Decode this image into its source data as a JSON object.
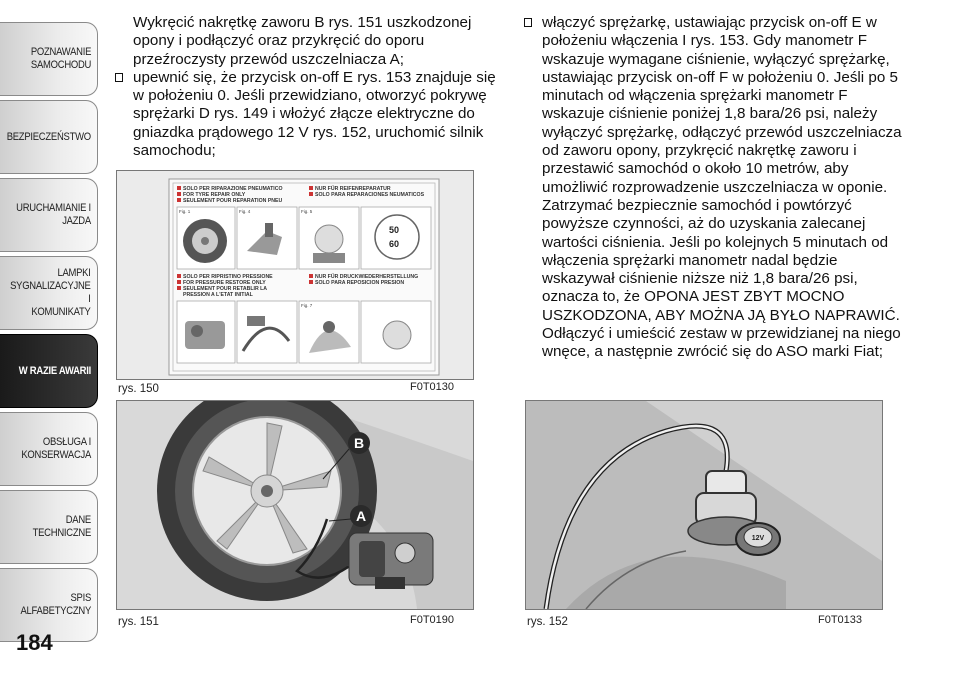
{
  "sidebar": {
    "tabs": [
      {
        "label": "POZNAWANIE\nSAMOCHODU",
        "active": false
      },
      {
        "label": "BEZPIECZEŃSTWO",
        "active": false
      },
      {
        "label": "URUCHAMIANIE I\nJAZDA",
        "active": false
      },
      {
        "label": "LAMPKI\nSYGNALIZACYJNE I\nKOMUNIKATY",
        "active": false
      },
      {
        "label": "W RAZIE AWARII",
        "active": true
      },
      {
        "label": "OBSŁUGA I\nKONSERWACJA",
        "active": false
      },
      {
        "label": "DANE TECHNICZNE",
        "active": false
      },
      {
        "label": "SPIS ALFABETYCZNY",
        "active": false
      }
    ]
  },
  "page_number": "184",
  "left_column": {
    "para1": "Wykręcić nakrętkę zaworu B rys. 151 uszkodzonej opony i podłączyć oraz przykręcić do oporu przeźroczysty przewód uszczelniacza A;",
    "bullet1": "upewnić się, że przycisk on-off E rys. 153 znajduje się w położeniu 0. Jeśli przewidziano, otworzyć pokrywę sprężarki D rys. 149 i włożyć złącze elektryczne do gniazdka prądowego 12 V rys. 152, uruchomić silnik samochodu;"
  },
  "right_column": {
    "bullet1": "włączyć sprężarkę, ustawiając przycisk on-off E w położeniu włączenia I rys. 153. Gdy manometr F wskazuje wymagane ciśnienie, wyłączyć sprężarkę, ustawiając przycisk on-off F w położeniu 0. Jeśli po 5 minutach od włączenia sprężarki manometr F wskazuje ciśnienie poniżej 1,8 bara/26 psi, należy wyłączyć sprężarkę, odłączyć przewód uszczelniacza od zaworu opony, przykręcić nakrętkę zaworu i przestawić samochód o około 10 metrów, aby umożliwić rozprowadzenie uszczelniacza w oponie. Zatrzymać bezpiecznie samochód i powtórzyć powyższe czynności, aż do uzyskania zalecanej wartości ciśnienia. Jeśli po kolejnych 5 minutach od włączenia sprężarki manometr nadal będzie wskazywał ciśnienie niższe niż 1,8 bara/26 psi, oznacza to, że OPONA JEST ZBYT MOCNO USZKODZONA, ABY MOŻNA JĄ BYŁO NAPRAWIĆ. Odłączyć i umieścić zestaw w przewidzianej na niego wnęce, a następnie zwrócić się do ASO marki Fiat;"
  },
  "figures": {
    "fig150": {
      "caption": "rys. 150",
      "code": "F0T0130",
      "label_lines": [
        "SOLO PER RIPARAZIONE PNEUMATICO",
        "FOR TYRE REPAIR ONLY",
        "SEULEMENT POUR REPARATION PNEU",
        "NUR FÜR REIFENREPARATUR",
        "SOLO PARA REPARACIONES NEUMATICOS",
        "SOLO PER RIPRISTINO PRESSIONE",
        "FOR PRESSURE RESTORE ONLY",
        "SEULEMENT POUR RETABLIR LA",
        "PRESSION A L'ETAT INITIAL",
        "NUR FÜR DRUCKWIEDERHERSTELLUNG",
        "SOLO PARA REPOSICION PRESION"
      ],
      "fig_tags": [
        "Fig. 1",
        "Fig. 4",
        "Fig. 5",
        "Fig. 7"
      ],
      "gauge_values": [
        "50",
        "60"
      ]
    },
    "fig151": {
      "caption": "rys. 151",
      "code": "F0T0190",
      "marker_b": "B",
      "marker_a": "A"
    },
    "fig152": {
      "caption": "rys. 152",
      "code": "F0T0133",
      "socket_label": "12V"
    }
  },
  "colors": {
    "active_tab": "#1f1f1f",
    "tab": "#e6e6e6",
    "marker": "#2a2a2a"
  }
}
